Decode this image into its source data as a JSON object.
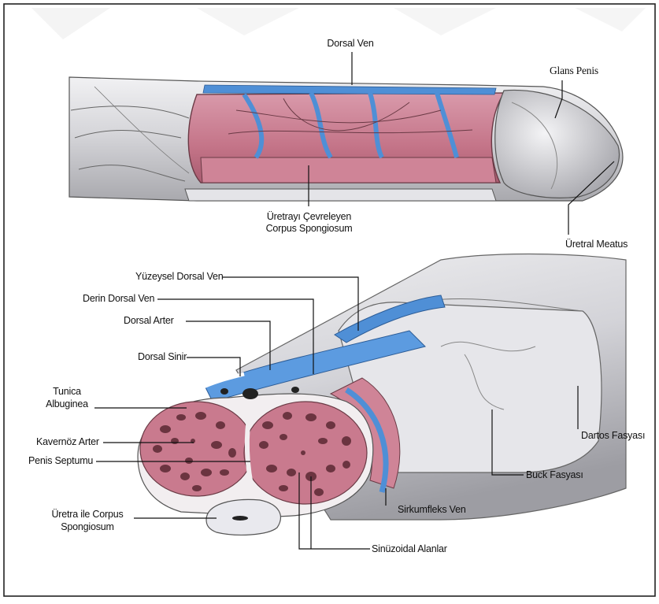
{
  "labels": {
    "dorsal_ven": "Dorsal Ven",
    "glans_penis": "Glans Penis",
    "uretrayi_line1": "Üretrayı Çevreleyen",
    "uretrayi_line2": "Corpus Spongiosum",
    "uretral_meatus": "Üretral Meatus",
    "yuzeysel_dorsal_ven": "Yüzeysel Dorsal Ven",
    "derin_dorsal_ven": "Derin Dorsal Ven",
    "dorsal_arter": "Dorsal Arter",
    "dorsal_sinir": "Dorsal Sinir",
    "tunica_line1": "Tunica",
    "tunica_line2": "Albuginea",
    "kavernoz_arter": "Kavernöz Arter",
    "penis_septumu": "Penis Septumu",
    "uretra_line1": "Üretra ile Corpus",
    "uretra_line2": "Spongiosum",
    "sinuzoidal_alanlar": "Sinüzoidal Alanlar",
    "sirkumfleks_ven": "Sirkumfleks Ven",
    "buck_fasyasi": "Buck Fasyası",
    "dartos_fasyasi": "Dartos Fasyası"
  },
  "colors": {
    "tissue_pink": "#c97a8e",
    "tissue_pink_light": "#dc9aab",
    "vein_blue": "#4f8fd6",
    "fascia_grey": "#d9d9dc",
    "sinusoid": "#6b3440"
  }
}
